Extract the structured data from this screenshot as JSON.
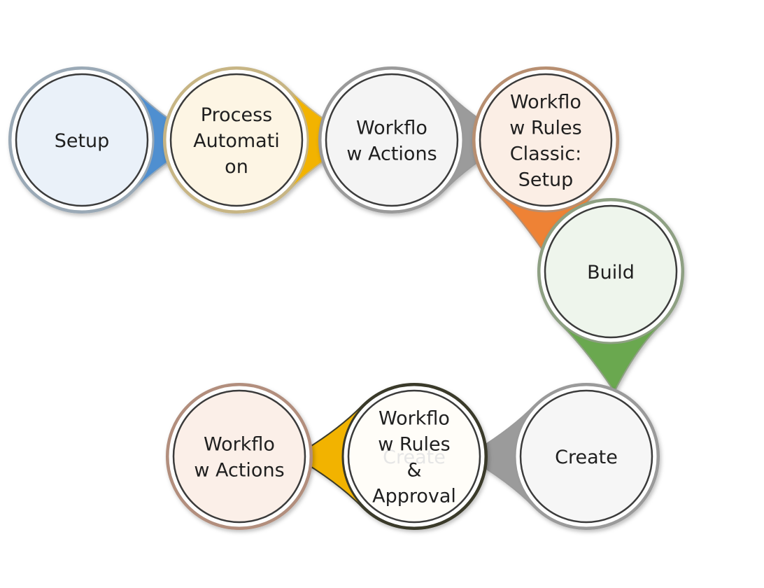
{
  "steps": [
    {
      "lines": [
        "Setup"
      ],
      "pointer": "right",
      "fill": "#eaf1f9",
      "ring": "#9aa9b6",
      "accent": "#4f8fd0"
    },
    {
      "lines": [
        "Process",
        "Automati",
        "on"
      ],
      "pointer": "right",
      "fill": "#fdf5e4",
      "ring": "#c7b584",
      "accent": "#f2b300"
    },
    {
      "lines": [
        "Workflo",
        "w Actions"
      ],
      "pointer": "right",
      "fill": "#f4f4f4",
      "ring": "#9a9a9a",
      "accent": "#9b9b9b"
    },
    {
      "lines": [
        "Workflo",
        "w Rules",
        "Classic:",
        "Setup"
      ],
      "pointer": "down",
      "fill": "#fbeee5",
      "ring": "#b78e70",
      "accent": "#ee8236"
    },
    {
      "lines": [
        "Build"
      ],
      "pointer": "down",
      "fill": "#eef5ec",
      "ring": "#8ea083",
      "accent": "#6aa84f"
    },
    {
      "lines": [
        "Create"
      ],
      "pointer": "left",
      "fill": "#f6f6f6",
      "ring": "#9a9a9a",
      "accent": "#9b9b9b"
    },
    {
      "lines": [
        "Workflo",
        "w Rules",
        "&",
        "Approval"
      ],
      "ghost": "Create",
      "pointer": "left",
      "fill": "#fffdf8",
      "ring": "#3a3a2a",
      "accent": "#f2b300"
    },
    {
      "lines": [
        "Workflo",
        "w Actions"
      ],
      "pointer": "none",
      "fill": "#fbefe8",
      "ring": "#b28e7d",
      "accent": "#c79b84"
    }
  ]
}
